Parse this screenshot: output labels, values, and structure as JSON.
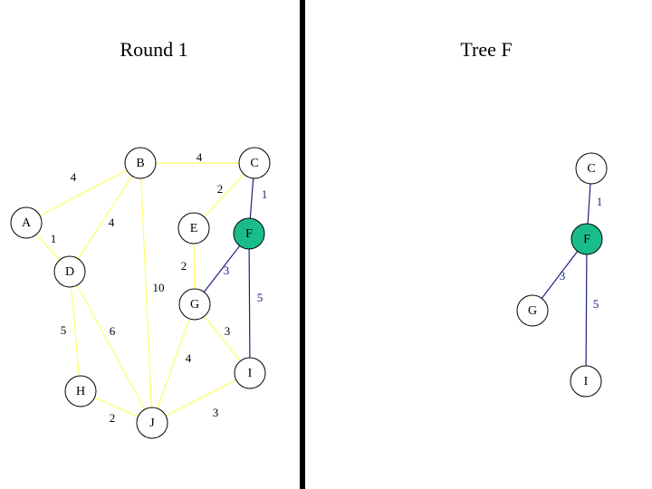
{
  "colors": {
    "background": "#ffffff",
    "divider": "#000000",
    "candidate_edge": "#ffff66",
    "tree_edge": "#1a237e",
    "highlight_node": "#1abc8c",
    "node_fill": "#ffffff",
    "node_stroke": "#000000"
  },
  "left_panel": {
    "title": "Round 1",
    "nodes": [
      {
        "id": "A",
        "label": "A"
      },
      {
        "id": "B",
        "label": "B"
      },
      {
        "id": "C",
        "label": "C"
      },
      {
        "id": "D",
        "label": "D"
      },
      {
        "id": "E",
        "label": "E"
      },
      {
        "id": "F",
        "label": "F",
        "highlight": true
      },
      {
        "id": "G",
        "label": "G"
      },
      {
        "id": "H",
        "label": "H"
      },
      {
        "id": "I",
        "label": "I"
      },
      {
        "id": "J",
        "label": "J"
      }
    ],
    "edges": [
      {
        "from": "A",
        "to": "B",
        "weight": "4",
        "kind": "candidate"
      },
      {
        "from": "B",
        "to": "C",
        "weight": "4",
        "kind": "candidate"
      },
      {
        "from": "B",
        "to": "D",
        "weight": "4",
        "kind": "candidate"
      },
      {
        "from": "A",
        "to": "D",
        "weight": "1",
        "kind": "candidate"
      },
      {
        "from": "C",
        "to": "E",
        "weight": "2",
        "kind": "candidate"
      },
      {
        "from": "C",
        "to": "F",
        "weight": "1",
        "kind": "tree"
      },
      {
        "from": "E",
        "to": "G",
        "weight": "2",
        "kind": "candidate"
      },
      {
        "from": "F",
        "to": "G",
        "weight": "3",
        "kind": "tree"
      },
      {
        "from": "F",
        "to": "I",
        "weight": "5",
        "kind": "tree"
      },
      {
        "from": "B",
        "to": "J",
        "weight": "10",
        "kind": "candidate"
      },
      {
        "from": "D",
        "to": "H",
        "weight": "5",
        "kind": "candidate"
      },
      {
        "from": "D",
        "to": "J",
        "weight": "6",
        "kind": "candidate"
      },
      {
        "from": "G",
        "to": "I",
        "weight": "3",
        "kind": "candidate"
      },
      {
        "from": "G",
        "to": "J",
        "weight": "4",
        "kind": "candidate"
      },
      {
        "from": "H",
        "to": "J",
        "weight": "2",
        "kind": "candidate"
      },
      {
        "from": "I",
        "to": "J",
        "weight": "3",
        "kind": "candidate"
      }
    ]
  },
  "right_panel": {
    "title": "Tree F",
    "nodes": [
      {
        "id": "C",
        "label": "C"
      },
      {
        "id": "F",
        "label": "F",
        "highlight": true
      },
      {
        "id": "G",
        "label": "G"
      },
      {
        "id": "I",
        "label": "I"
      }
    ],
    "edges": [
      {
        "from": "C",
        "to": "F",
        "weight": "1",
        "kind": "tree"
      },
      {
        "from": "F",
        "to": "G",
        "weight": "3",
        "kind": "tree"
      },
      {
        "from": "F",
        "to": "I",
        "weight": "5",
        "kind": "tree"
      }
    ]
  }
}
